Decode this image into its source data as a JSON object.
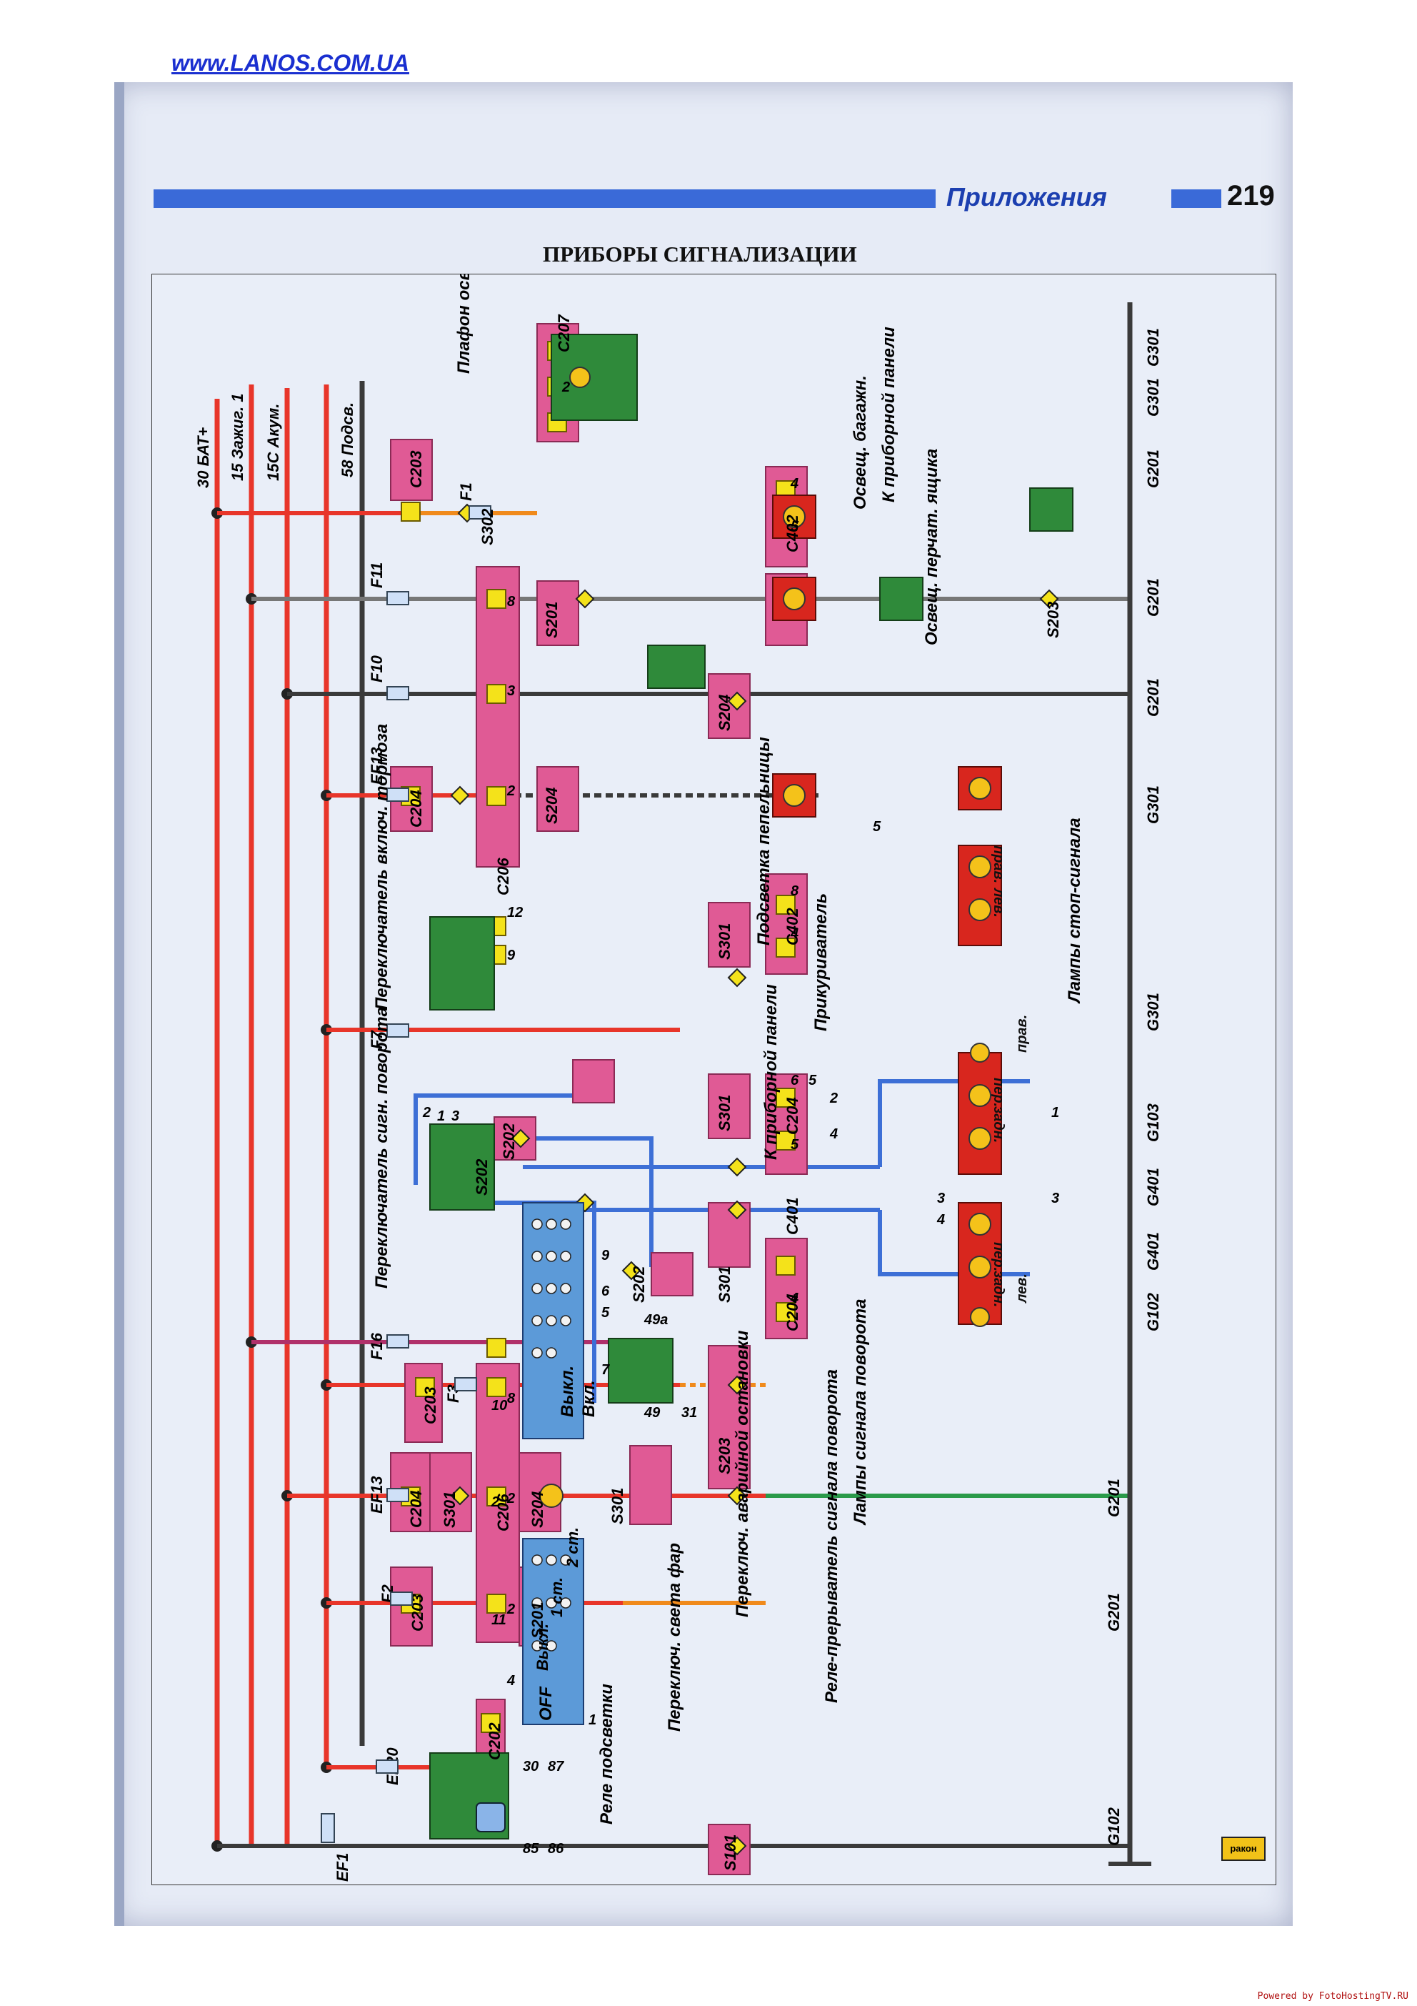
{
  "header": {
    "site_link": "www.LANOS.COM.UA",
    "section_title": "Приложения",
    "page_number": "219",
    "diagram_title": "ПРИБОРЫ СИГНАЛИЗАЦИИ"
  },
  "footer": {
    "credit": "Powered by FotoHostingTV.RU",
    "logo_text": "ракон"
  },
  "supply_lines": [
    "30 БАТ+",
    "15 Зажиг. 1",
    "15С Акум.",
    "58 Подсв."
  ],
  "fuses": [
    "EF1",
    "EF20",
    "F2",
    "EF13",
    "F3",
    "F16",
    "F7",
    "EF13",
    "F10",
    "F11",
    "F1"
  ],
  "connectors": {
    "c203_a": "C203",
    "c203_a_pin": "1",
    "c203_b": "C203",
    "c203_b_pin": "1",
    "c203_c": "C203",
    "c203_c_pin": "1",
    "c202": "C202",
    "c204_a": "C204",
    "c204_a_pin": "1",
    "c204_b": "C204",
    "c204_b_pin": "1",
    "c206_a": "C206",
    "c206_b": "C206",
    "c207": "C207",
    "c401": "C401",
    "c402": "C402",
    "c402b": "C402",
    "c204_right_a": "C204",
    "c204_right_b": "C204"
  },
  "splices": [
    "S101",
    "S201",
    "S301",
    "S204",
    "S203",
    "S302",
    "S202",
    "S202",
    "S202",
    "S301",
    "S301",
    "S301",
    "S201",
    "S203",
    "S204",
    "S204",
    "S301"
  ],
  "grounds": [
    "G102",
    "G201",
    "G201",
    "G102",
    "G401",
    "G401",
    "G103",
    "G301",
    "G301",
    "G201",
    "G201",
    "G201",
    "G301",
    "G301"
  ],
  "components": {
    "relay_backlight": "Реле подсветки",
    "headlight_switch": "Переключ. света фар",
    "hazard_switch": "Переключ. аварийной остановки",
    "turn_relay": "Реле-прерыватель сигнала поворота",
    "turn_lamps": "Лампы сигнала поворота",
    "turn_switch": "Переключатель сигн. поворота",
    "to_panel_1": "К приборной панели",
    "to_panel_2": "К приборной панели",
    "cigar_lighter": "Прикуриватель",
    "ashtray_light": "Подсветка пепельницы",
    "brake_switch": "Переключатель включ. тормоза",
    "stop_lamps": "Лампы стоп-сигнала",
    "glovebox_light": "Освещ. перчат. ящика",
    "trunk_light": "Освещ. багажн.",
    "dome_light": "Плафон освещ. салона"
  },
  "switch_positions": {
    "headlight": [
      "OFF",
      "Выкл.",
      "1 ст.",
      "2 ст."
    ],
    "hazard": [
      "Выкл.",
      "Вкл."
    ]
  },
  "lamp_labels": [
    "пер.",
    "задн.",
    "пер.",
    "задн.",
    "лев.",
    "прав.",
    "лев.",
    "прав."
  ],
  "pin_numbers": [
    "85",
    "86",
    "30",
    "87",
    "1",
    "4",
    "2",
    "2",
    "11",
    "2",
    "10",
    "8",
    "7",
    "5",
    "6",
    "9",
    "49",
    "49а",
    "31",
    "1",
    "2",
    "3",
    "12",
    "9",
    "2",
    "3",
    "8",
    "4",
    "5",
    "2",
    "4",
    "3",
    "4",
    "6",
    "5",
    "1",
    "3",
    "4",
    "5",
    "8",
    "4",
    "5",
    "2"
  ],
  "colors": {
    "page_bg": "#e6ebf6",
    "wire_red": "#e8352a",
    "wire_dark": "#3a3a3a",
    "wire_blue": "#3d6fd6",
    "wire_orange": "#f08a1c",
    "wire_magenta": "#b0306a",
    "wire_green": "#2a9a4a",
    "connector_pink": "#e05a95",
    "connector_yellow": "#f4e21a",
    "component_green": "#2f8a3a",
    "lamp_red": "#d8261e",
    "switch_blue": "#5c9ad8",
    "header_blue": "#3a6ad8"
  }
}
